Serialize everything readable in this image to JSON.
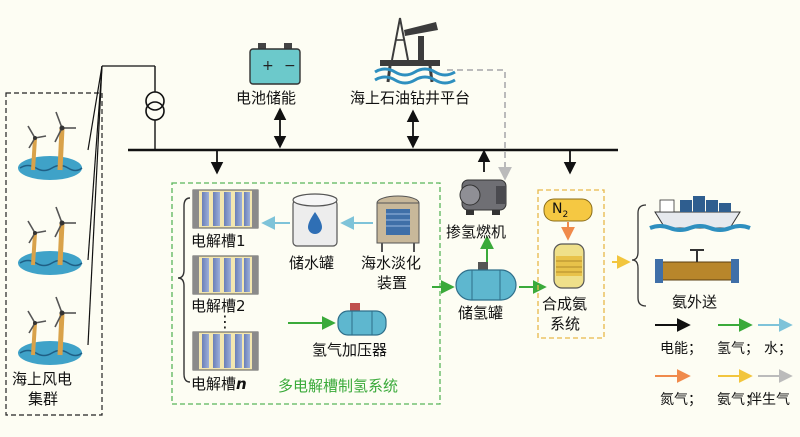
{
  "labels": {
    "battery": "电池储能",
    "oil_platform": "海上石油钻井平台",
    "wind_cluster_l1": "海上风电",
    "wind_cluster_l2": "集群",
    "electrolyzer_1": "电解槽1",
    "electrolyzer_2": "电解槽2",
    "electrolyzer_n_prefix": "电解槽",
    "electrolyzer_n_suffix": "n",
    "ellipsis": "⋮",
    "water_tank": "储水罐",
    "desal_l1": "海水淡化",
    "desal_l2": "装置",
    "h2_compressor": "氢气加压器",
    "multi_electrolyzer_system": "多电解槽制氢系统",
    "h2_fuel_engine": "掺氢燃机",
    "h2_tank": "储氢罐",
    "ammonia_l1": "合成氨",
    "ammonia_l2": "系统",
    "n2_label": "N",
    "n2_sub": "2",
    "ammonia_export": "氨外送"
  },
  "legend": [
    {
      "label": "电能；",
      "color": "#111111"
    },
    {
      "label": "氢气；",
      "color": "#3AAA3A"
    },
    {
      "label": "水；",
      "color": "#7EC3D9"
    },
    {
      "label": "氮气；",
      "color": "#F08A4B"
    },
    {
      "label": "氨气；",
      "color": "#F2C53D"
    },
    {
      "label": "伴生气",
      "color": "#BBBBBB"
    }
  ]
}
